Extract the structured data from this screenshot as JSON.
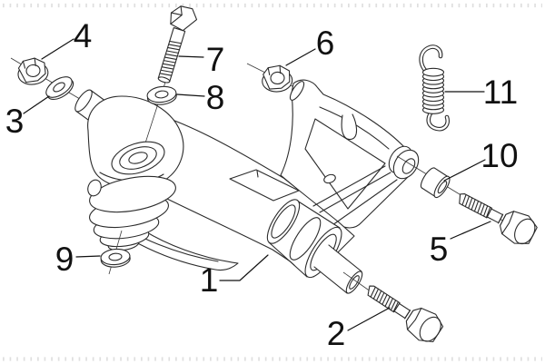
{
  "diagram": {
    "kind": "exploded-parts-line-drawing",
    "subject": "swing arm / engine mount assembly with fasteners",
    "colors": {
      "background": "#ffffff",
      "line": "#2b2b2b",
      "label_text": "#111111",
      "border_dots": "#dfdfdf"
    },
    "labels": [
      {
        "text": "1"
      },
      {
        "text": "2"
      },
      {
        "text": "3"
      },
      {
        "text": "4"
      },
      {
        "text": "5"
      },
      {
        "text": "6"
      },
      {
        "text": "7"
      },
      {
        "text": "8"
      },
      {
        "text": "9"
      },
      {
        "text": "10"
      },
      {
        "text": "11"
      }
    ]
  }
}
